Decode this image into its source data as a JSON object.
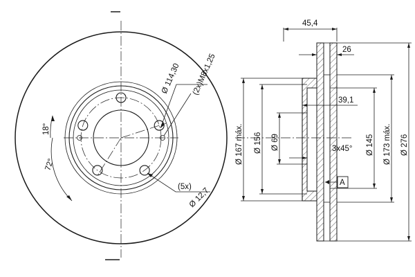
{
  "front_view": {
    "bolt_circle": "Ø 114,30",
    "threaded_holes": "(2x)M8x1,25",
    "bolt_holes": "(5x)",
    "bolt_hole_diameter": "Ø 12,7",
    "angle_small": "18°",
    "angle_pitch": "72°"
  },
  "section_view": {
    "total_thickness": "45,4",
    "disc_thickness": "26",
    "hat_depth": "39,1",
    "chamfer": "3x45°",
    "datum": "A",
    "dia_167": "Ø 167 máx.",
    "dia_156": "Ø 156",
    "dia_69": "Ø 69",
    "dia_145": "Ø 145",
    "dia_173": "Ø 173 máx.",
    "dia_276": "Ø 276"
  },
  "colors": {
    "line": "#1a1a1a",
    "background": "#ffffff"
  }
}
